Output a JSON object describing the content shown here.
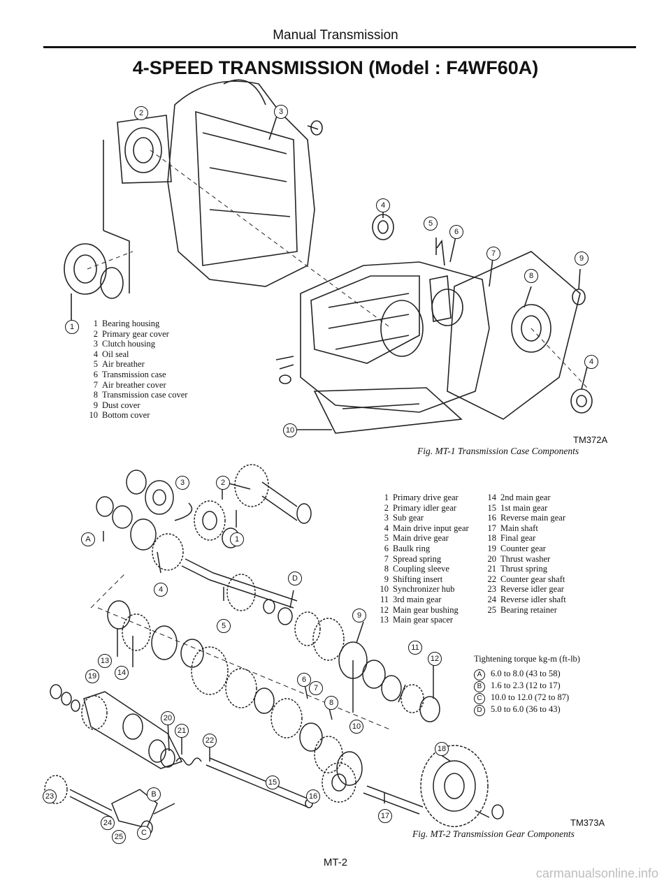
{
  "header": "Manual Transmission",
  "title": "4-SPEED TRANSMISSION (Model : F4WF60A)",
  "fig1": {
    "legend": [
      {
        "n": "1",
        "label": "Bearing housing"
      },
      {
        "n": "2",
        "label": "Primary gear cover"
      },
      {
        "n": "3",
        "label": "Clutch housing"
      },
      {
        "n": "4",
        "label": "Oil seal"
      },
      {
        "n": "5",
        "label": "Air breather"
      },
      {
        "n": "6",
        "label": "Transmission case"
      },
      {
        "n": "7",
        "label": "Air breather cover"
      },
      {
        "n": "8",
        "label": "Transmission case cover"
      },
      {
        "n": "9",
        "label": "Dust cover"
      },
      {
        "n": "10",
        "label": "Bottom cover"
      }
    ],
    "ref": "TM372A",
    "caption": "Fig. MT-1 Transmission Case Components",
    "callouts": [
      "1",
      "2",
      "3",
      "4",
      "5",
      "6",
      "7",
      "8",
      "9",
      "4",
      "10"
    ]
  },
  "fig2": {
    "legend_left": [
      {
        "n": "1",
        "label": "Primary drive gear"
      },
      {
        "n": "2",
        "label": "Primary idler gear"
      },
      {
        "n": "3",
        "label": "Sub gear"
      },
      {
        "n": "4",
        "label": "Main drive input gear"
      },
      {
        "n": "5",
        "label": "Main drive gear"
      },
      {
        "n": "6",
        "label": "Baulk ring"
      },
      {
        "n": "7",
        "label": "Spread spring"
      },
      {
        "n": "8",
        "label": "Coupling sleeve"
      },
      {
        "n": "9",
        "label": "Shifting insert"
      },
      {
        "n": "10",
        "label": "Synchronizer hub"
      },
      {
        "n": "11",
        "label": "3rd main gear"
      },
      {
        "n": "12",
        "label": "Main gear bushing"
      },
      {
        "n": "13",
        "label": "Main gear spacer"
      }
    ],
    "legend_right": [
      {
        "n": "14",
        "label": "2nd main gear"
      },
      {
        "n": "15",
        "label": "1st main gear"
      },
      {
        "n": "16",
        "label": "Reverse main gear"
      },
      {
        "n": "17",
        "label": "Main shaft"
      },
      {
        "n": "18",
        "label": "Final gear"
      },
      {
        "n": "19",
        "label": "Counter gear"
      },
      {
        "n": "20",
        "label": "Thrust washer"
      },
      {
        "n": "21",
        "label": "Thrust spring"
      },
      {
        "n": "22",
        "label": "Counter gear shaft"
      },
      {
        "n": "23",
        "label": "Reverse idler gear"
      },
      {
        "n": "24",
        "label": "Reverse idler shaft"
      },
      {
        "n": "25",
        "label": "Bearing retainer"
      }
    ],
    "torque_title": "Tightening torque kg-m (ft-lb)",
    "torque": [
      {
        "key": "A",
        "value": "6.0 to 8.0 (43 to 58)"
      },
      {
        "key": "B",
        "value": "1.6 to 2.3 (12 to 17)"
      },
      {
        "key": "C",
        "value": "10.0 to 12.0 (72 to 87)"
      },
      {
        "key": "D",
        "value": "5.0 to 6.0 (36 to 43)"
      }
    ],
    "ref": "TM373A",
    "caption": "Fig. MT-2 Transmission Gear Components",
    "callouts": [
      "3",
      "2",
      "1",
      "A",
      "4",
      "D",
      "5",
      "9",
      "11",
      "12",
      "13",
      "14",
      "19",
      "6",
      "7",
      "8",
      "10",
      "20",
      "21",
      "22",
      "18",
      "15",
      "16",
      "17",
      "23",
      "24",
      "25",
      "B",
      "C"
    ]
  },
  "page_number": "MT-2",
  "watermark": "carmanualsonline.info"
}
